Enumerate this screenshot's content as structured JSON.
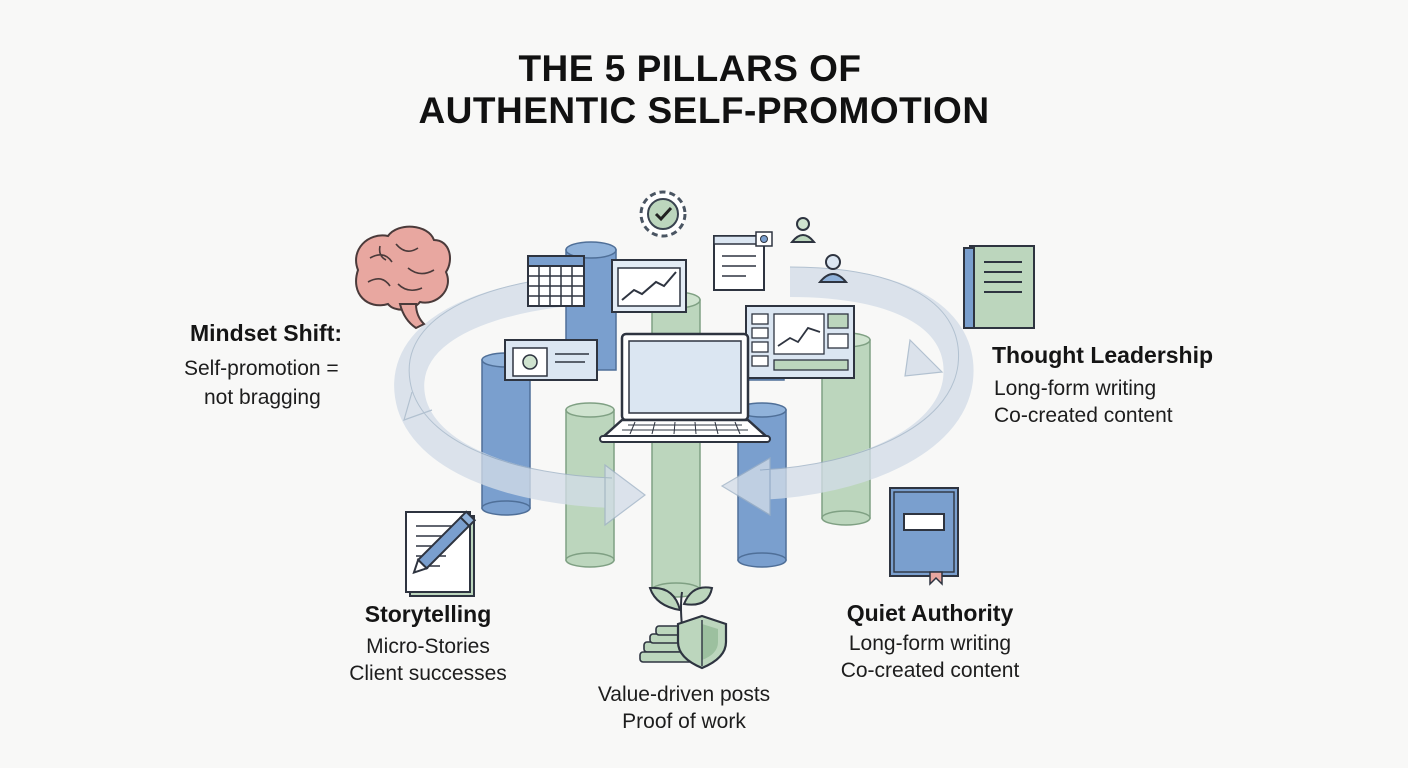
{
  "title": {
    "line1": "THE 5 PILLARS OF",
    "line2": "AUTHENTIC SELF-PROMOTION"
  },
  "pillars": {
    "mindset": {
      "heading": "Mindset Shift:",
      "line1": "Self-promotion =",
      "line2": "not bragging",
      "icon": "brain-icon"
    },
    "thought_leadership": {
      "heading": "Thought Leadership",
      "line1": "Long-form writing",
      "line2": "Co-created content",
      "icon": "book-icon"
    },
    "storytelling": {
      "heading": "Storytelling",
      "line1": "Micro-Stories",
      "line2": "Client successes",
      "icon": "document-pen-icon"
    },
    "value": {
      "heading": "",
      "line1": "Value-driven posts",
      "line2": "Proof of work",
      "icon": "plant-shield-icon"
    },
    "quiet_authority": {
      "heading": "Quiet Authority",
      "line1": "Long-form writing",
      "line2": "Co-created content",
      "icon": "notebook-icon"
    }
  },
  "colors": {
    "blue": "#7a9fce",
    "green": "#bcd6bd",
    "arrow": "#d8e2ec",
    "outline": "#2e3440",
    "brain": "#e8a7a0",
    "screen": "#dbe6f2"
  }
}
